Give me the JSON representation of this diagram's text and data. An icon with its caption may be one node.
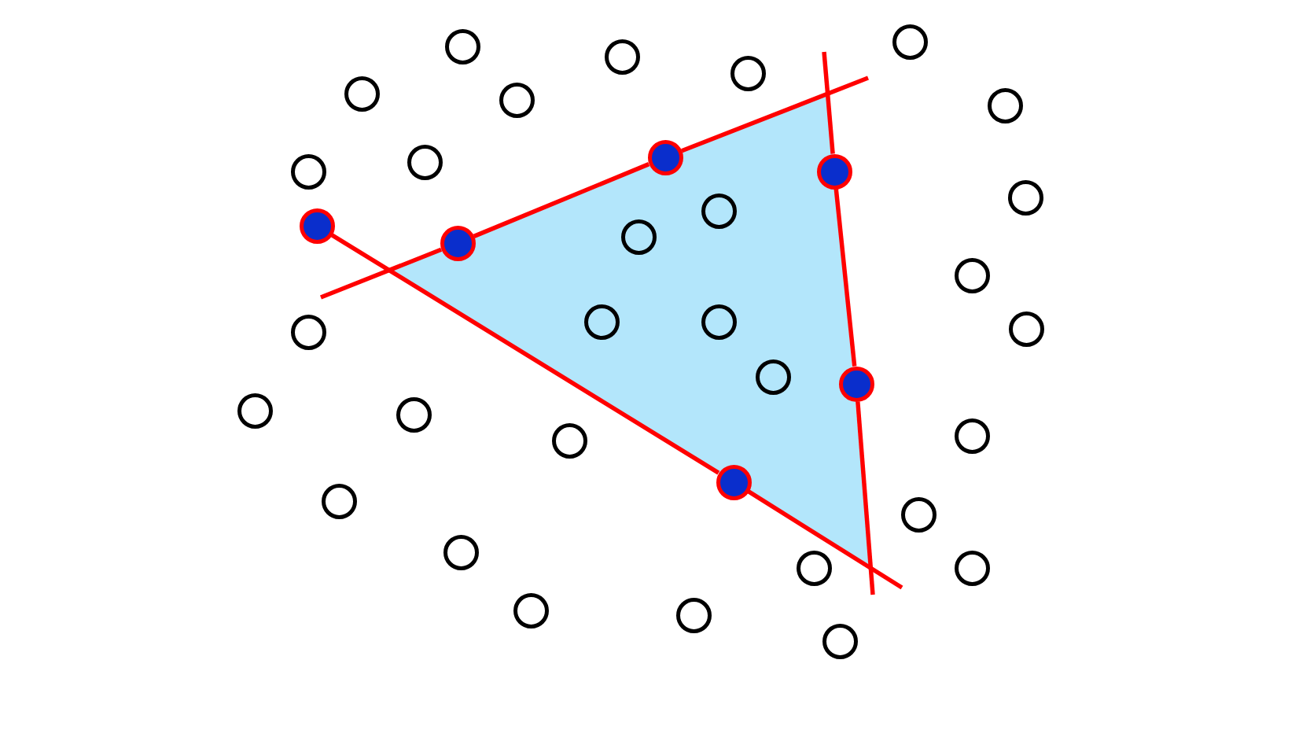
{
  "diagram": {
    "nodes": [
      {
        "text": [],
        "shape": "circle"
      },
      {
        "text": [],
        "shape": "circle"
      },
      {
        "text": [],
        "shape": "circle"
      },
      {
        "text": [],
        "shape": "circle"
      },
      {
        "text": [],
        "shape": "circle"
      },
      {
        "text": [],
        "shape": "circle"
      },
      {
        "text": [],
        "shape": "circle"
      },
      {
        "text": [],
        "shape": "dot"
      },
      {
        "text": [],
        "shape": "circle"
      },
      {
        "text": [],
        "shape": "circle"
      },
      {
        "text": [],
        "shape": "dot"
      },
      {
        "text": [],
        "shape": "circle"
      },
      {
        "text": [],
        "shape": "circle"
      },
      {
        "text": [],
        "shape": "dot"
      },
      {
        "text": [],
        "shape": "circle"
      },
      {
        "text": [],
        "shape": "dot"
      },
      {
        "text": [],
        "shape": "circle"
      },
      {
        "text": [],
        "shape": "circle"
      },
      {
        "text": [],
        "shape": "circle"
      },
      {
        "text": [],
        "shape": "circle"
      },
      {
        "text": [],
        "shape": "circle"
      },
      {
        "text": [],
        "shape": "circle"
      },
      {
        "text": [],
        "shape": "dot"
      },
      {
        "text": [],
        "shape": "circle"
      },
      {
        "text": [],
        "shape": "circle"
      },
      {
        "text": [],
        "shape": "circle"
      },
      {
        "text": [],
        "shape": "circle"
      },
      {
        "text": [],
        "shape": "dot"
      },
      {
        "text": [],
        "shape": "circle"
      },
      {
        "text": [],
        "shape": "circle"
      },
      {
        "text": [],
        "shape": "circle"
      },
      {
        "text": [],
        "shape": "circle"
      },
      {
        "text": [],
        "shape": "circle"
      },
      {
        "text": [],
        "shape": "circle"
      },
      {
        "text": [],
        "shape": "circle"
      },
      {
        "text": [],
        "shape": "circle"
      }
    ],
    "edges": [
      {
        "from": 13,
        "to": 27,
        "arrow": "none"
      },
      {
        "from": 27,
        "to": null,
        "arrow": "none"
      },
      {
        "from": null,
        "to": 15,
        "arrow": "none"
      },
      {
        "from": 15,
        "to": 7,
        "arrow": "none"
      },
      {
        "from": 7,
        "to": null,
        "arrow": "none"
      },
      {
        "from": null,
        "to": 10,
        "arrow": "none"
      },
      {
        "from": 10,
        "to": 22,
        "arrow": "none"
      },
      {
        "from": 22,
        "to": null,
        "arrow": "none"
      }
    ]
  }
}
